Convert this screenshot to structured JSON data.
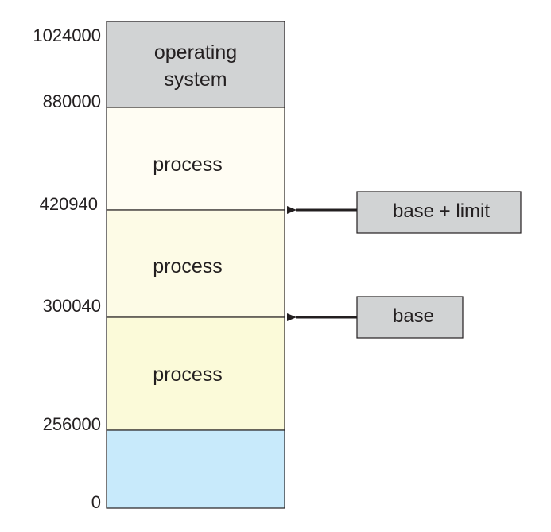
{
  "addresses": {
    "a1024000": "1024000",
    "a880000": "880000",
    "a420940": "420940",
    "a300040": "300040",
    "a256000": "256000",
    "a0": "0"
  },
  "segments": {
    "os": {
      "line1": "operating",
      "line2": "system",
      "fill": "#d1d3d4"
    },
    "process_top": {
      "label": "process",
      "fill": "#fffdf3"
    },
    "process_mid": {
      "label": "process",
      "fill": "#fdfbe6"
    },
    "process_low": {
      "label": "process",
      "fill": "#fbfad9"
    },
    "free_bottom": {
      "fill": "#c8eafb"
    }
  },
  "registers": {
    "limit_register": {
      "label": "base + limit",
      "fill": "#d1d3d4"
    },
    "base_register": {
      "label": "base",
      "fill": "#d1d3d4"
    }
  },
  "colors": {
    "stroke": "#231f20"
  }
}
